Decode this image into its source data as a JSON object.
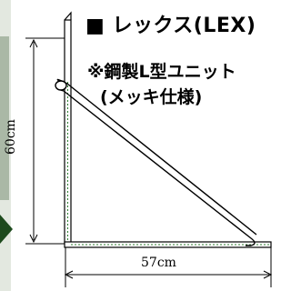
{
  "product": {
    "title": "■ レックス(LEX)",
    "subtitle_line1": "※鋼製L型ユニット",
    "subtitle_line2": "(メッキ仕様)"
  },
  "dimensions": {
    "height_label": "60cm",
    "width_label": "57cm"
  },
  "colors": {
    "background": "#ffffff",
    "outline": "#000000",
    "inner_line": "#2f7d32",
    "left_panel": "#cfd6cc",
    "arrow": "#1d4a1d"
  }
}
